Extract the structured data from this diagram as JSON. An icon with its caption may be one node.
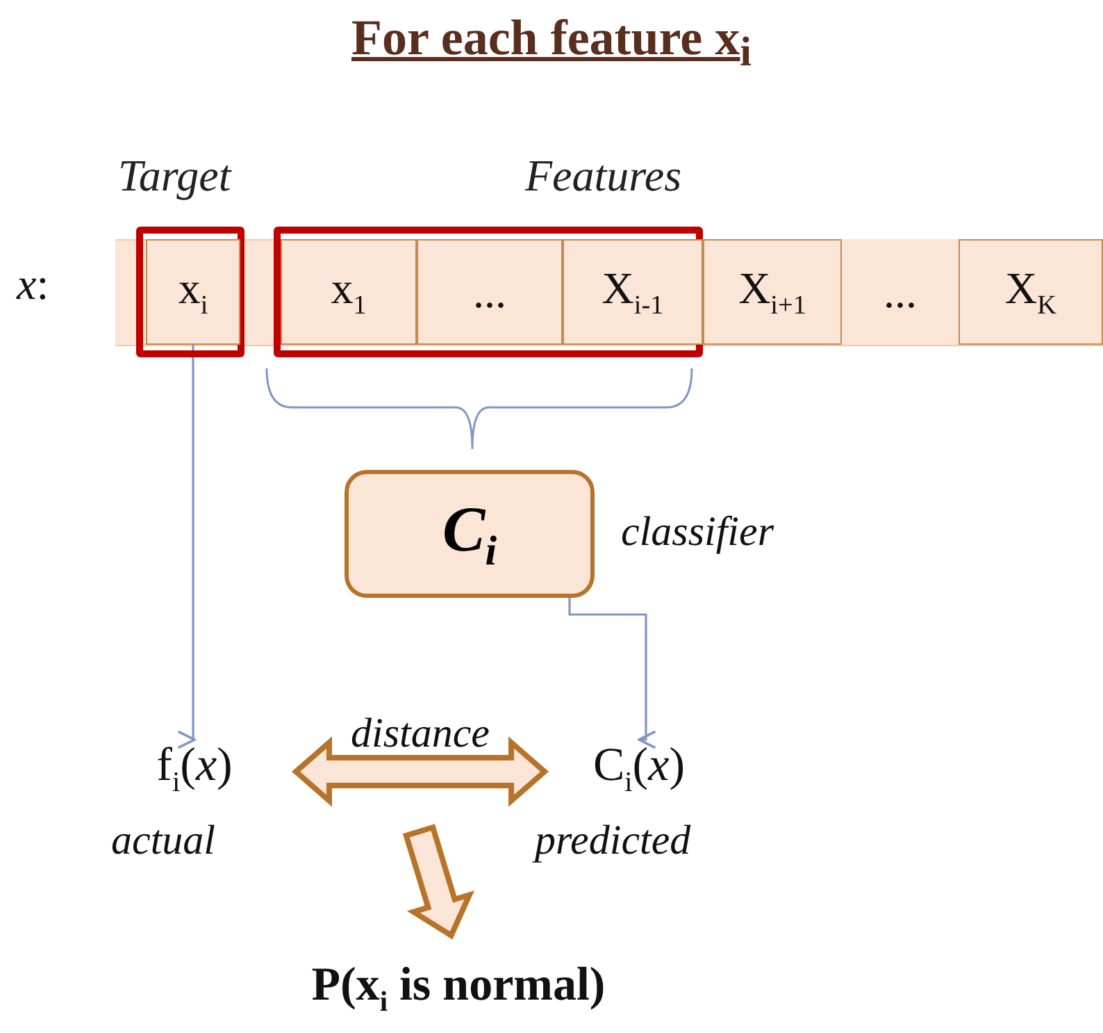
{
  "diagram": {
    "title": "For each feature x$_{i}$",
    "nodes": [
      {
        "text": [
          "Target"
        ]
      },
      {
        "text": [
          "x$_{i}$"
        ],
        "in": 0
      },
      {
        "text": [
          "Features"
        ]
      },
      {
        "text": [
          "x$_{1}$"
        ],
        "in": 2
      },
      {
        "text": [
          "..."
        ],
        "in": 2
      },
      {
        "text": [
          "X$_{i-1}$"
        ],
        "in": 2
      },
      {
        "text": [
          "X$_{i+1}$"
        ]
      },
      {
        "text": [
          "..."
        ]
      },
      {
        "text": [
          "X$_{K}$"
        ]
      },
      {
        "text": [
          "C$_{i}$"
        ],
        "beside": [
          "classifier"
        ]
      },
      {
        "text": [
          "f$_{i}$(*x*)"
        ],
        "beside": [
          "actual"
        ]
      },
      {
        "text": [
          "C$_{i}$(*x*)"
        ],
        "beside": [
          "predicted"
        ]
      },
      {
        "text": [
          "P(x$_{i}$ is normal)"
        ]
      }
    ],
    "edges": [
      {
        "from": 1,
        "to": 10,
        "arrow": "to",
        "color": "#8095c8"
      },
      {
        "from": 9,
        "to": 11,
        "arrow": "to",
        "color": "#8095c8"
      },
      {
        "from": 10,
        "to": 11,
        "arrow": "both",
        "label": "distance",
        "style": "thick",
        "color": "#b8732a"
      },
      {
        "from": null,
        "to": 12,
        "arrow": "to",
        "style": "thick",
        "color": "#b8732a"
      }
    ],
    "labels": [
      "*x*:"
    ]
  }
}
